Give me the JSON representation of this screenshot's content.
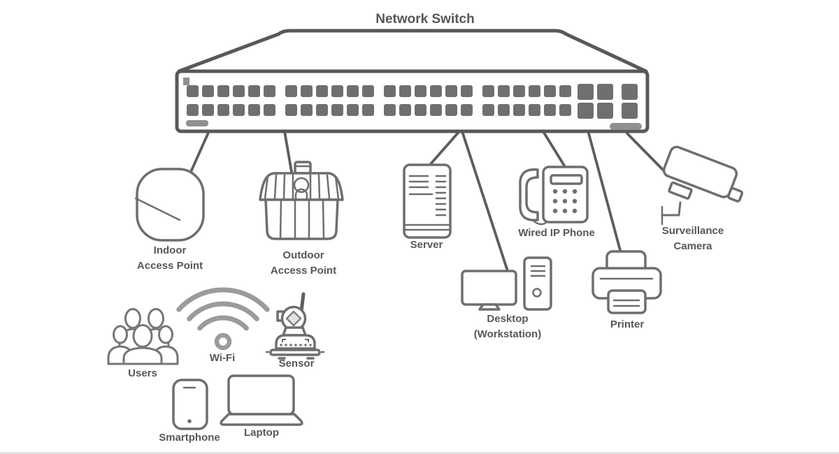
{
  "title": "Network Switch",
  "colors": {
    "switch_stroke": "#58585a",
    "port_fill": "#6f6f6f",
    "device_stroke": "#6e6e6e",
    "connector": "#5d5d5d",
    "wifi_gray": "#9b9b9b",
    "label_text": "#575757",
    "background": "#ffffff"
  },
  "switch": {
    "port_rows": 2,
    "port_groups": 4,
    "ports_per_group": 6,
    "uplink_cols": 2,
    "sfp_cols": 1
  },
  "devices": {
    "indoor_ap": {
      "label": [
        "Indoor",
        "Access Point"
      ]
    },
    "outdoor_ap": {
      "label": [
        "Outdoor",
        "Access Point"
      ]
    },
    "server": {
      "label": "Server"
    },
    "wired_ip_phone": {
      "label": "Wired IP Phone"
    },
    "surveillance_camera": {
      "label": [
        "Surveillance",
        "Camera"
      ]
    },
    "desktop": {
      "label": [
        "Desktop",
        "(Workstation)"
      ]
    },
    "printer": {
      "label": "Printer"
    },
    "users": {
      "label": "Users"
    },
    "wifi": {
      "label": "Wi-Fi"
    },
    "sensor": {
      "label": "Sensor"
    },
    "smartphone": {
      "label": "Smartphone"
    },
    "laptop": {
      "label": "Laptop"
    }
  }
}
